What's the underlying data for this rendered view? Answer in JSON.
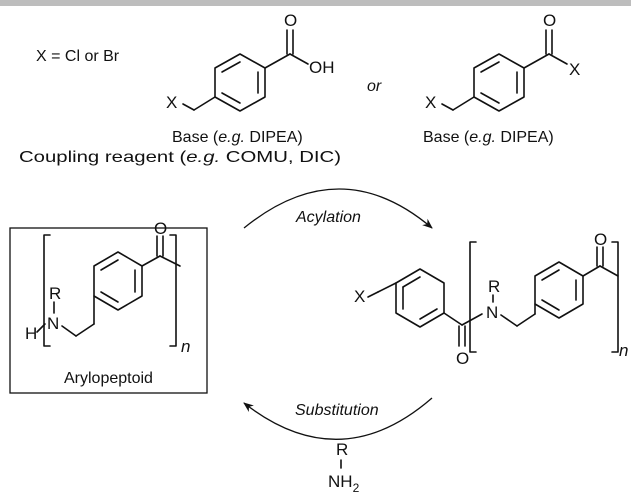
{
  "reagents": {
    "x_definition": "X = Cl or Br",
    "or_text": "or",
    "left_conditions_line1_prefix": "Base (",
    "left_conditions_line1_italic": "e.g.",
    "left_conditions_line1_suffix": " DIPEA)",
    "left_conditions_line2_prefix": "Coupling reagent (",
    "left_conditions_line2_italic": "e.g.",
    "left_conditions_line2_suffix": " COMU, DIC)",
    "right_conditions_prefix": "Base (",
    "right_conditions_italic": "e.g.",
    "right_conditions_suffix": " DIPEA)"
  },
  "steps": {
    "acylation": "Acylation",
    "substitution": "Substitution"
  },
  "product": {
    "name": "Arylopeptoid",
    "repeat_n": "n"
  },
  "atoms": {
    "X": "X",
    "O": "O",
    "OH": "OH",
    "N": "N",
    "R": "R",
    "H": "H",
    "NH": "NH",
    "sub2": "2"
  }
}
